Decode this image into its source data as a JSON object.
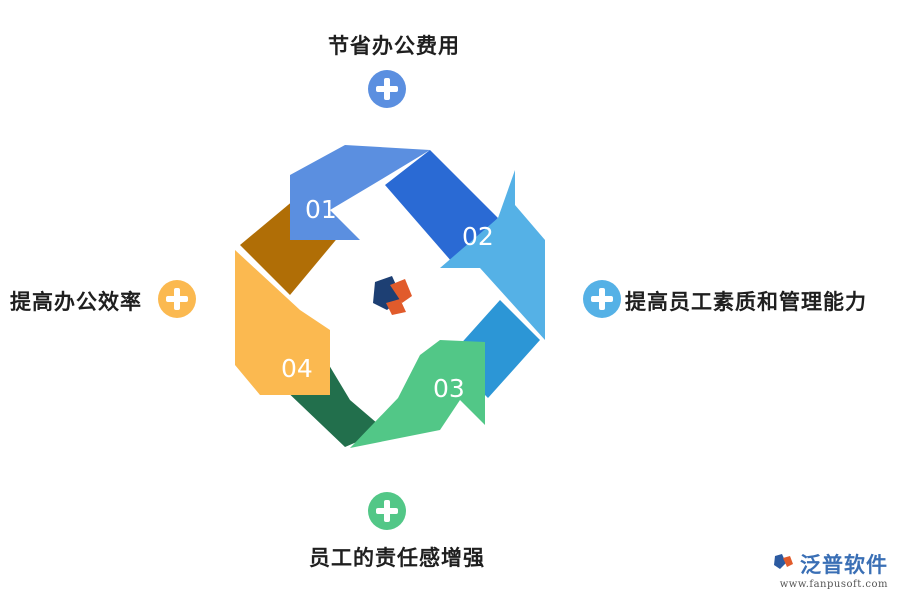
{
  "items": [
    {
      "num": "01",
      "label": "节省办公费用",
      "color": "#5b8fe0",
      "icon": "plus-icon"
    },
    {
      "num": "02",
      "label": "提高员工素质和管理能力",
      "color": "#55b1e6",
      "icon": "plus-icon"
    },
    {
      "num": "03",
      "label": "员工的责任感增强",
      "color": "#52c787",
      "icon": "plus-icon"
    },
    {
      "num": "04",
      "label": "提高办公效率",
      "color": "#fbb950",
      "icon": "plus-icon"
    }
  ],
  "center_icon": "company-logo-icon",
  "watermark": {
    "name": "泛普软件",
    "url": "www.fanpusoft.com"
  }
}
